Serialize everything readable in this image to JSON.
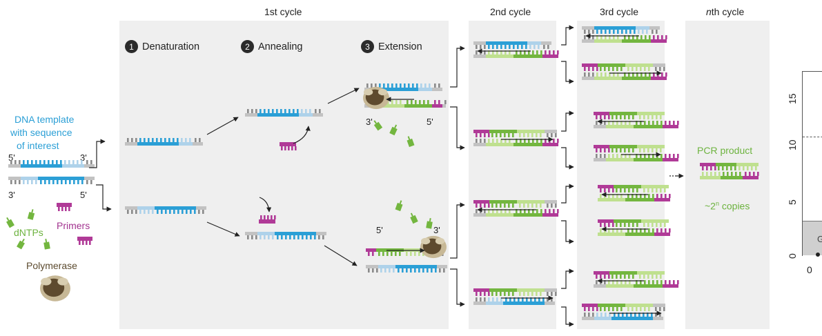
{
  "headers": {
    "cycle1": "1st cycle",
    "cycle2": "2nd cycle",
    "cycle3": "3rd cycle",
    "cycleN_em": "n",
    "cycleN_rest": "th cycle"
  },
  "steps": [
    {
      "num": "1",
      "label": "Denaturation"
    },
    {
      "num": "2",
      "label": "Annealing"
    },
    {
      "num": "3",
      "label": "Extension"
    }
  ],
  "left": {
    "template_lines": [
      "DNA template",
      "with sequence",
      "of interest"
    ],
    "dntps": "dNTPs",
    "primers": "Primers",
    "polymerase": "Polymerase"
  },
  "ends": {
    "five": "5'",
    "three": "3'"
  },
  "product": {
    "title": "PCR product",
    "copies_prefix": "~2",
    "copies_sup": "n",
    "copies_suffix": " copies"
  },
  "axis": {
    "y_ticks": [
      "15",
      "10",
      "5",
      "0"
    ],
    "x_tick": "0",
    "box_letter": "G"
  },
  "colors": {
    "interest_blue": "#2b9fd6",
    "light_blue": "#aed2ea",
    "grey_backbone": "#c2c2c2",
    "tooth_grey": "#8a8a8a",
    "primer_purple": "#b03a97",
    "green": "#73b63f",
    "light_green": "#bfe08f",
    "polymerase_brown": "#5e4a2e",
    "panel_grey": "#efefef"
  }
}
